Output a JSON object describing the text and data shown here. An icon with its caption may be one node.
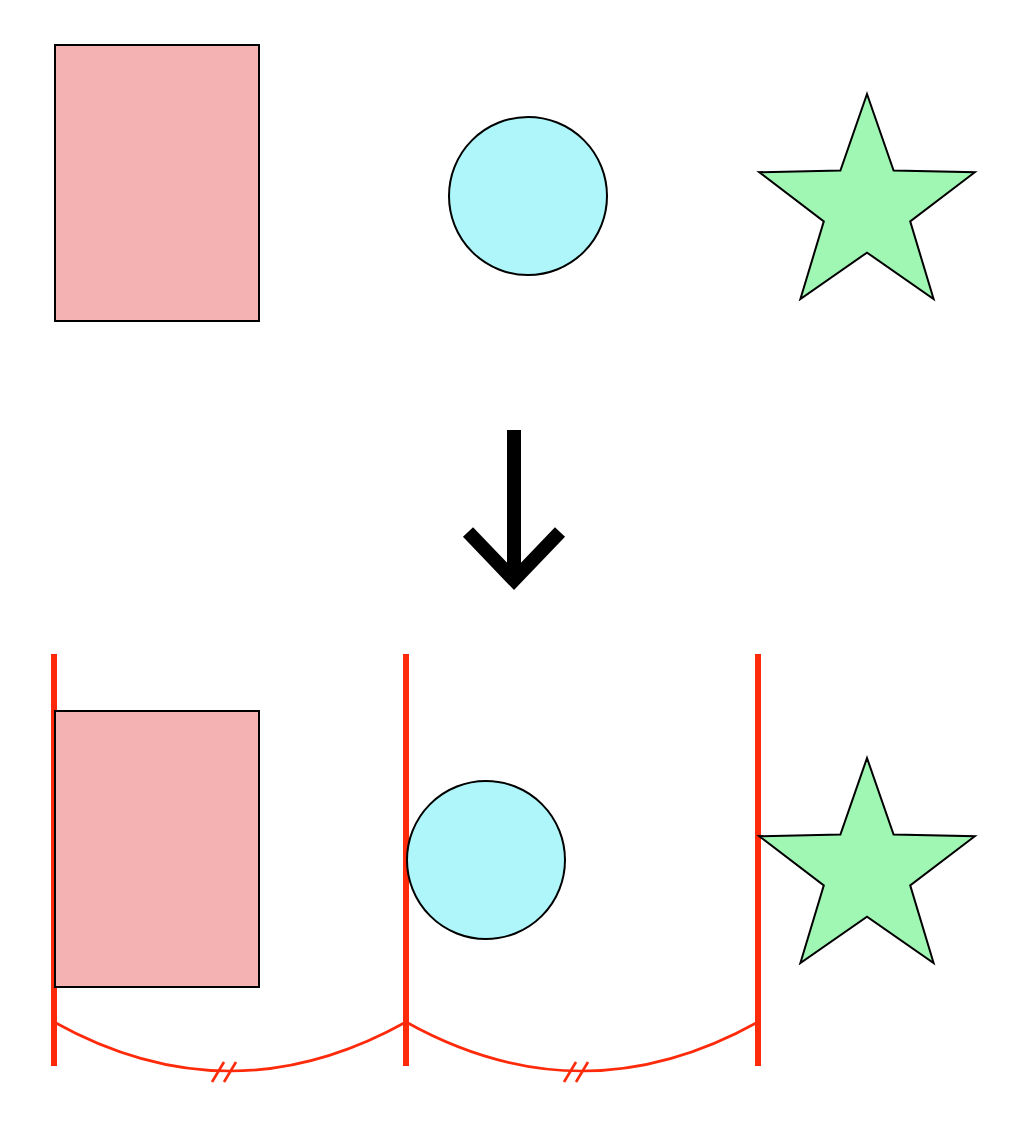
{
  "diagram": {
    "nodes": [
      {
        "text": [],
        "shape": "box"
      },
      {
        "text": [],
        "shape": "circle"
      },
      {
        "text": [],
        "shape": "star"
      },
      {
        "text": [],
        "shape": "box"
      },
      {
        "text": [],
        "shape": "circle"
      },
      {
        "text": [],
        "shape": "star"
      }
    ]
  }
}
